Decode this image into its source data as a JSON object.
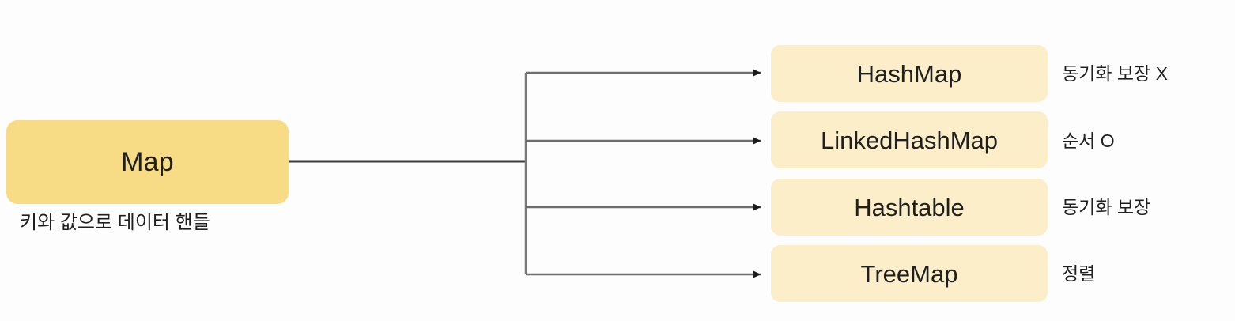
{
  "diagram": {
    "title": "Map",
    "root": {
      "label": "Map",
      "caption": "키와 값으로 데이터 핸들",
      "fill": "#f7db85"
    },
    "connector": {
      "style": "orthogonal-bracket",
      "color": "#6e6e6e",
      "trunk_color": "#3c3c3c",
      "arrowhead": "filled-triangle"
    },
    "children": [
      {
        "label": "HashMap",
        "note": "동기화 보장 X",
        "fill": "#fbeec8"
      },
      {
        "label": "LinkedHashMap",
        "note": "순서 O",
        "fill": "#fbeec8"
      },
      {
        "label": "Hashtable",
        "note": "동기화 보장",
        "fill": "#fbeec8"
      },
      {
        "label": "TreeMap",
        "note": "정렬",
        "fill": "#fbeec8"
      }
    ]
  }
}
